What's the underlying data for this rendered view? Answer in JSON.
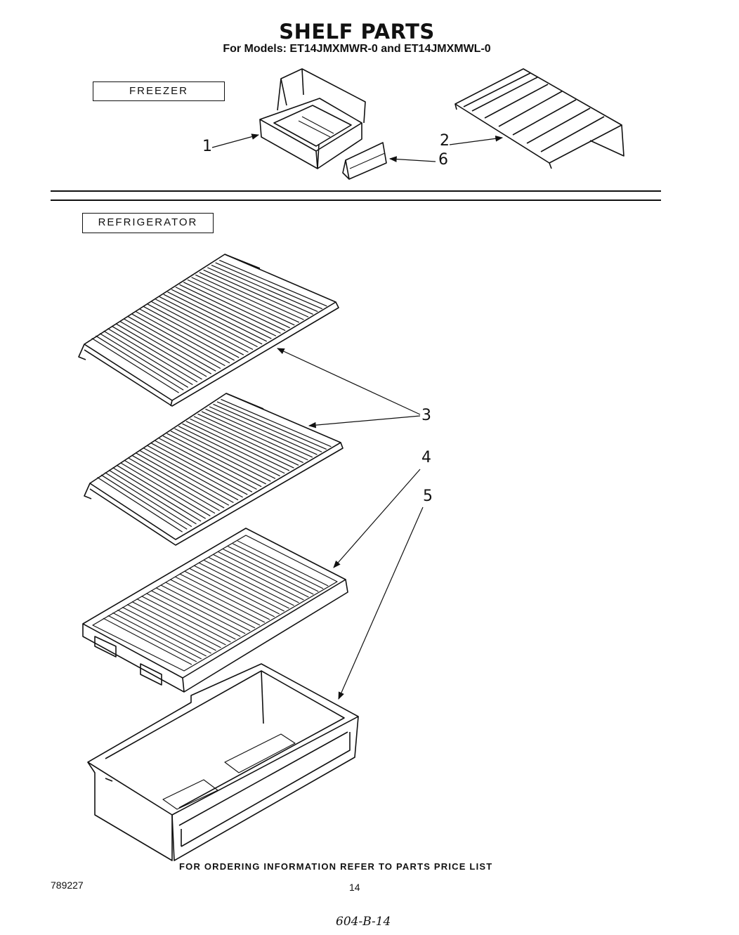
{
  "header": {
    "title": "SHELF PARTS",
    "subtitle": "For Models: ET14JMXMWR-0 and ET14JMXMWL-0"
  },
  "sections": {
    "freezer_label": "FREEZER",
    "refrigerator_label": "REFRIGERATOR"
  },
  "callouts": {
    "c1": "1",
    "c2": "2",
    "c3": "3",
    "c4": "4",
    "c5": "5",
    "c6": "6"
  },
  "footer": {
    "note": "FOR ORDERING INFORMATION REFER TO PARTS PRICE LIST",
    "doc_number": "789227",
    "page_number": "14",
    "handwritten": "604-B-14"
  }
}
